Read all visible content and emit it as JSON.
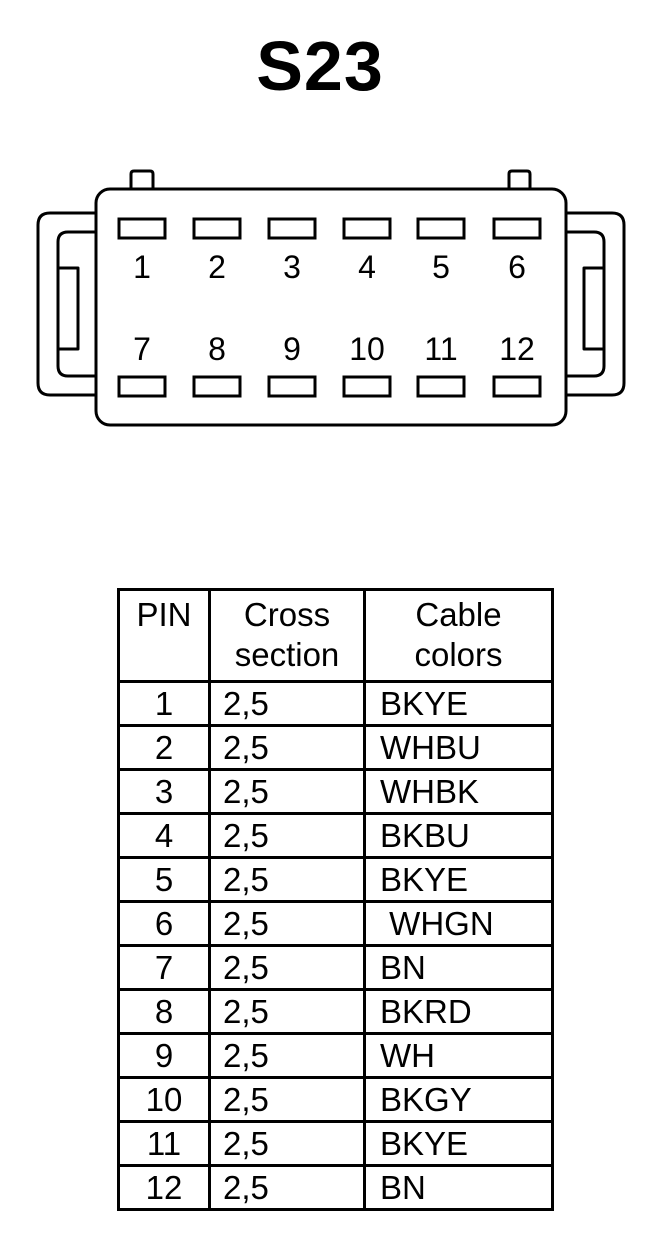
{
  "title": "S23",
  "connector": {
    "top_row_pins": [
      "1",
      "2",
      "3",
      "4",
      "5",
      "6"
    ],
    "bottom_row_pins": [
      "7",
      "8",
      "9",
      "10",
      "11",
      "12"
    ]
  },
  "table": {
    "headers": {
      "pin": "PIN",
      "cross_section_line1": "Cross",
      "cross_section_line2": "section",
      "cable_colors_line1": "Cable",
      "cable_colors_line2": "colors"
    },
    "rows": [
      {
        "pin": "1",
        "cross_section": "2,5",
        "cable_color": "BKYE"
      },
      {
        "pin": "2",
        "cross_section": "2,5",
        "cable_color": "WHBU"
      },
      {
        "pin": "3",
        "cross_section": "2,5",
        "cable_color": "WHBK"
      },
      {
        "pin": "4",
        "cross_section": "2,5",
        "cable_color": "BKBU"
      },
      {
        "pin": "5",
        "cross_section": "2,5",
        "cable_color": "BKYE"
      },
      {
        "pin": "6",
        "cross_section": "2,5",
        "cable_color": " WHGN"
      },
      {
        "pin": "7",
        "cross_section": "2,5",
        "cable_color": "BN"
      },
      {
        "pin": "8",
        "cross_section": "2,5",
        "cable_color": "BKRD"
      },
      {
        "pin": "9",
        "cross_section": "2,5",
        "cable_color": "WH"
      },
      {
        "pin": "10",
        "cross_section": "2,5",
        "cable_color": "BKGY"
      },
      {
        "pin": "11",
        "cross_section": "2,5",
        "cable_color": "BKYE"
      },
      {
        "pin": "12",
        "cross_section": "2,5",
        "cable_color": "BN"
      }
    ]
  }
}
